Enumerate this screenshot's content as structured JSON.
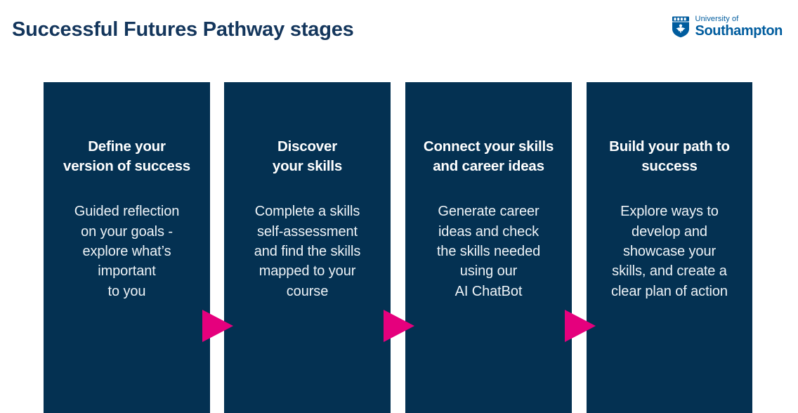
{
  "header": {
    "title": "Successful Futures Pathway stages",
    "title_color": "#14365c",
    "logo": {
      "icon": "university-shield-crest-icon",
      "line1": "University of",
      "line2": "Southampton",
      "color": "#005c9e"
    }
  },
  "theme": {
    "card_background": "#043152",
    "card_text": "#ffffff",
    "arrow_color": "#e5007d",
    "page_background": "#ffffff"
  },
  "stages": [
    {
      "heading": "Define your\nversion of success",
      "body": "Guided reflection\non your goals -\nexplore what’s\nimportant\nto you"
    },
    {
      "heading": "Discover\nyour skills",
      "body": "Complete a skills\nself-assessment\nand find the skills\nmapped to your\ncourse"
    },
    {
      "heading": "Connect your skills\nand career ideas",
      "body": "Generate career\nideas and check\nthe skills needed\nusing our\nAI ChatBot"
    },
    {
      "heading": "Build your path to\nsuccess",
      "body": "Explore ways to\ndevelop and\nshowcase your\nskills, and create a\nclear plan of action"
    }
  ],
  "connectors": [
    {
      "name": "arrow-stage-1-to-2"
    },
    {
      "name": "arrow-stage-2-to-3"
    },
    {
      "name": "arrow-stage-3-to-4"
    }
  ]
}
